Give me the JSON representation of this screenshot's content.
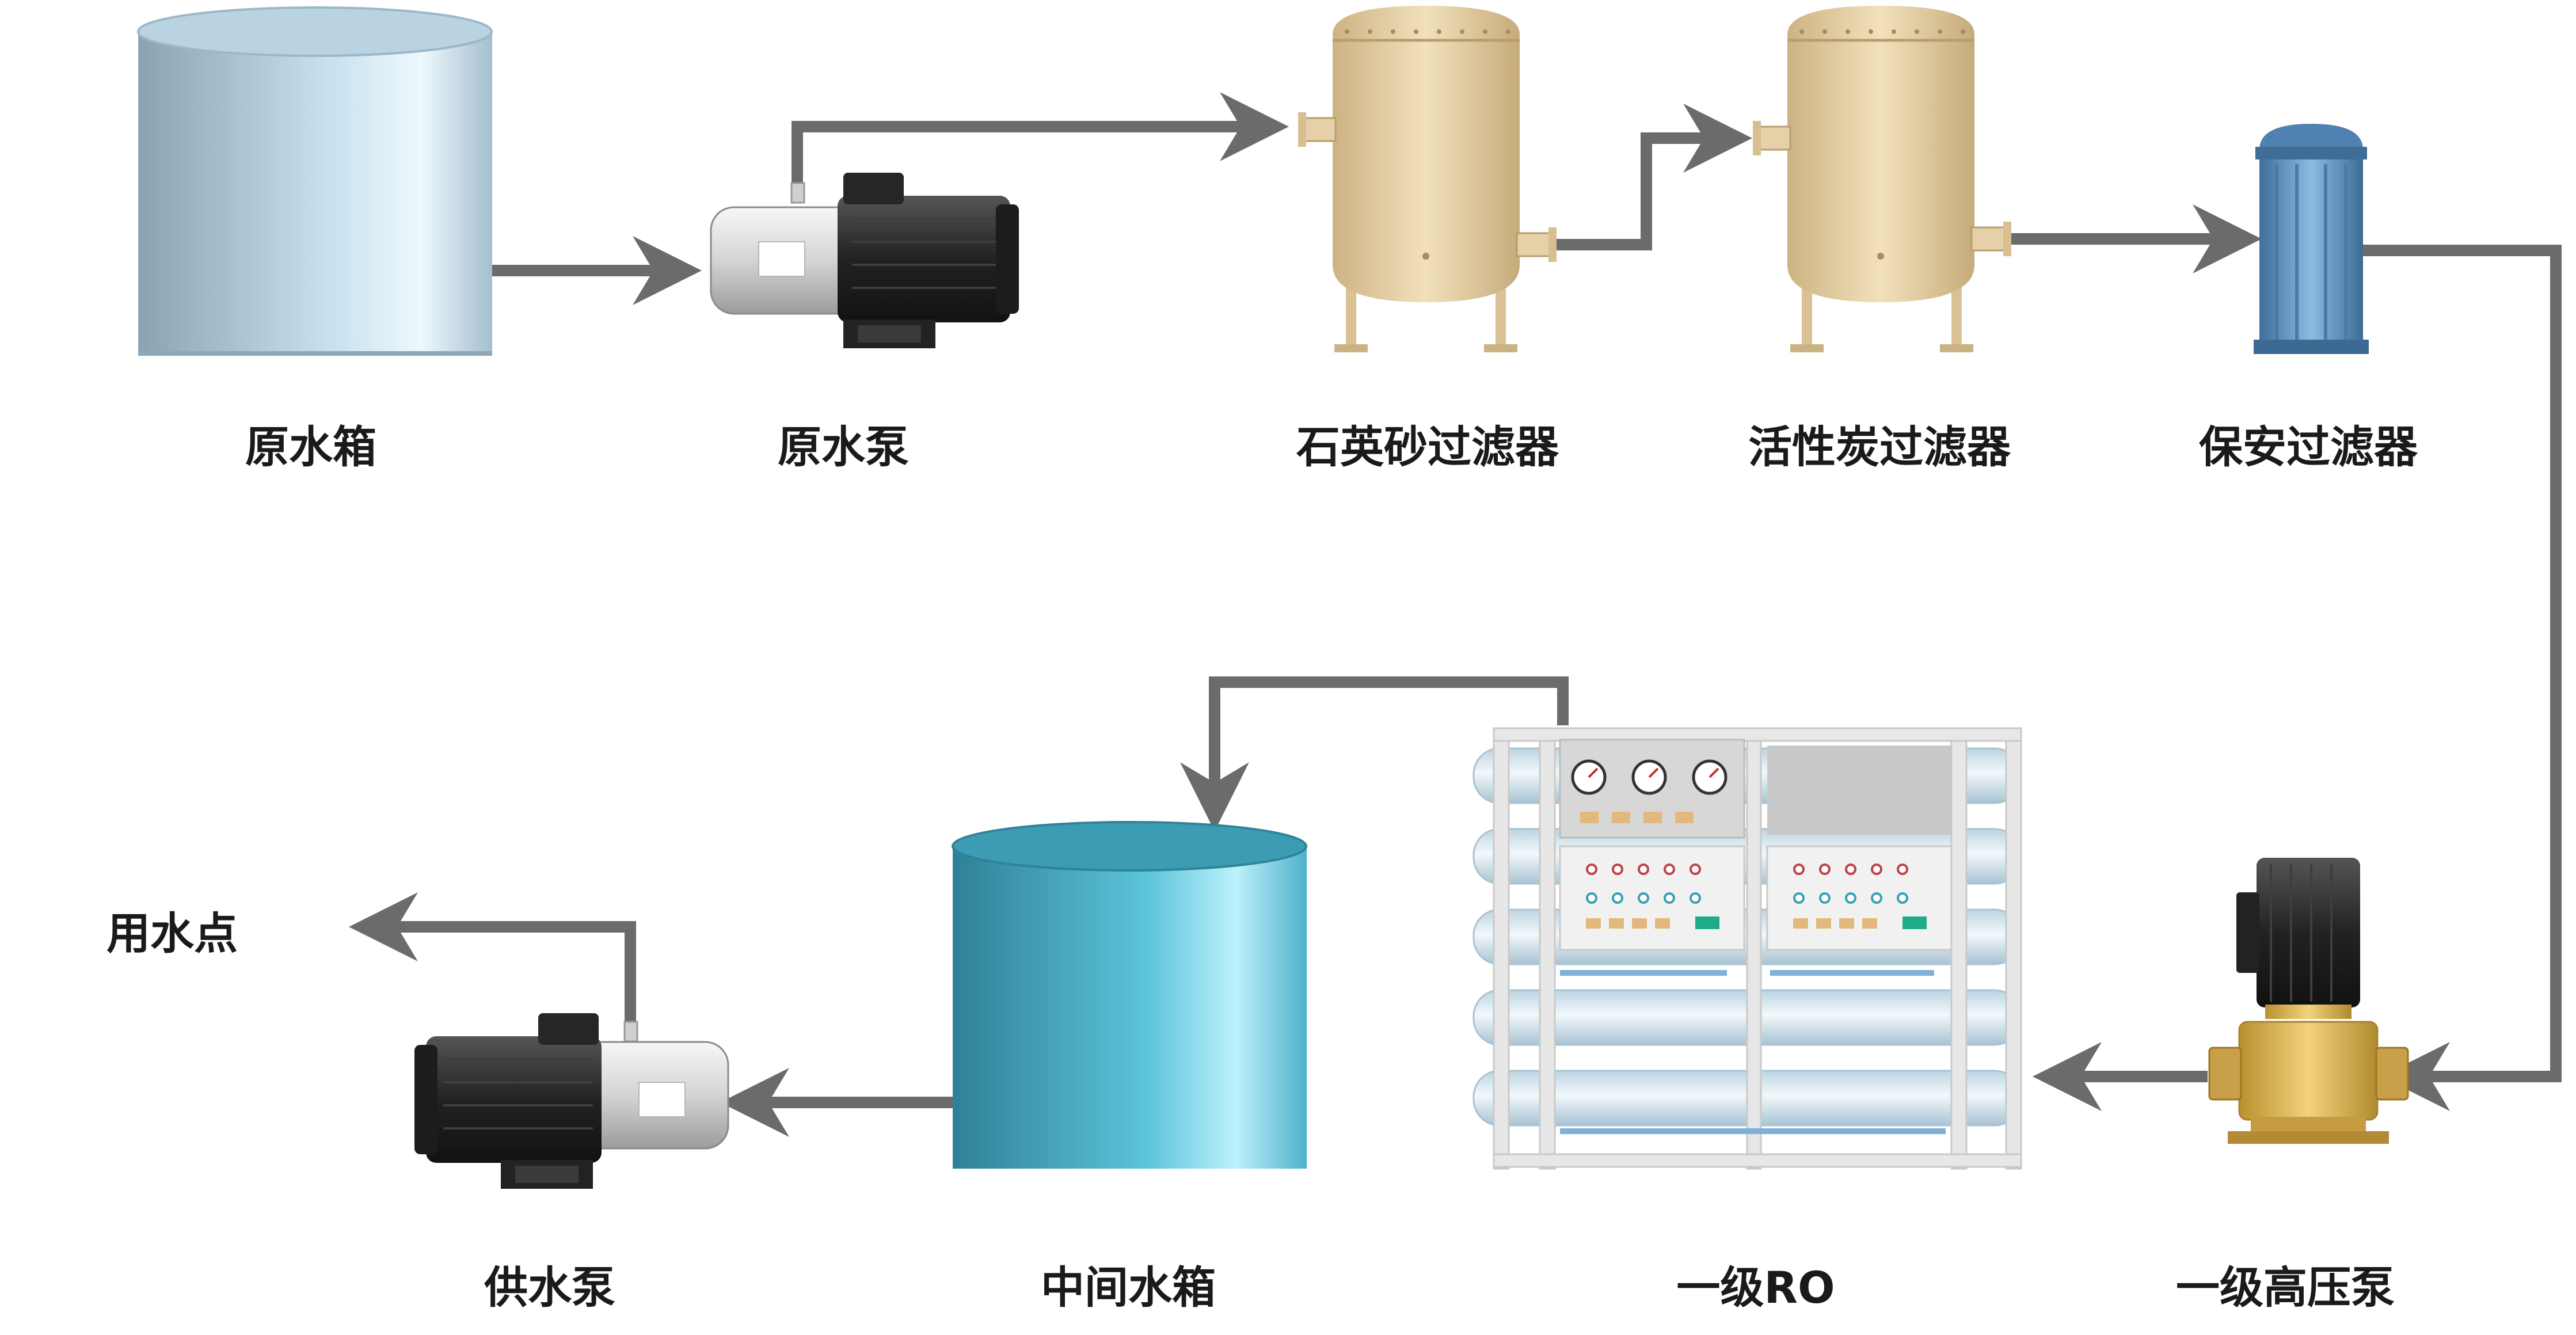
{
  "colors": {
    "pipe": "#6b6b6b",
    "raw_tank": "#a9c6d8",
    "filter_tan": "#e6cfa5",
    "cartridge_blue": "#5f95c4",
    "mid_tank": "#3aa0b6",
    "pump_motor": "#2c2c2c",
    "pump_body": "#e8e8e8",
    "brass": "#d8b25a",
    "ro_frame": "#e6e6e6",
    "led_green": "#1faa8a"
  },
  "icons": [
    "tank-icon",
    "pump-icon",
    "pressure-vessel-icon",
    "cartridge-filter-icon",
    "ro-unit-icon",
    "vertical-pump-icon",
    "flow-arrow-icon"
  ],
  "labels": {
    "raw_tank": "原水箱",
    "raw_pump": "原水泵",
    "sand_filter": "石英砂过滤器",
    "carbon_filter": "活性炭过滤器",
    "security_filter": "保安过滤器",
    "use_point": "用水点",
    "supply_pump": "供水泵",
    "mid_tank": "中间水箱",
    "ro_unit": "一级RO",
    "hp_pump": "一级高压泵"
  }
}
